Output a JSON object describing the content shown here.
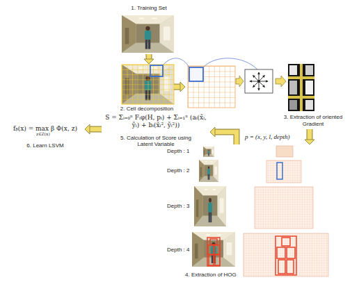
{
  "diagram": {
    "nodes": [
      {
        "text": [
          "1. Training Set"
        ]
      },
      {
        "text": [
          "2. Cell decomposition"
        ]
      },
      {
        "text": [
          "3. Extraction of oriented Gradient"
        ]
      },
      {
        "text": [
          "4. Extraction of HOG"
        ]
      },
      {
        "text": [
          "S = Σᵢ₌₀ⁿ Fᵢφ(H, pᵢ) + Σᵢ₌₁ⁿ (aᵢ(x̃ᵢ, ỹᵢ) + bᵢ(x̃ᵢ², ỹᵢ²))",
          "5. Calculation of Score using Latent Variable"
        ]
      },
      {
        "text": [
          "fᵦ(x) = max β Φ(x, z)",
          "6. Learn LSVM"
        ]
      }
    ],
    "edges": [
      {
        "from": 0,
        "to": 1,
        "arrow": "to"
      },
      {
        "from": 1,
        "to": 2,
        "arrow": "to"
      },
      {
        "from": 2,
        "to": 3,
        "arrow": "to"
      },
      {
        "from": 3,
        "to": 4,
        "arrow": "to"
      },
      {
        "from": 4,
        "to": 5,
        "arrow": "to"
      }
    ],
    "labels": [
      "p = (x, y, l, depth)",
      "Depth : 1",
      "Depth : 2",
      "Depth : 3",
      "Depth : 4",
      "z∈Z(x)"
    ]
  }
}
